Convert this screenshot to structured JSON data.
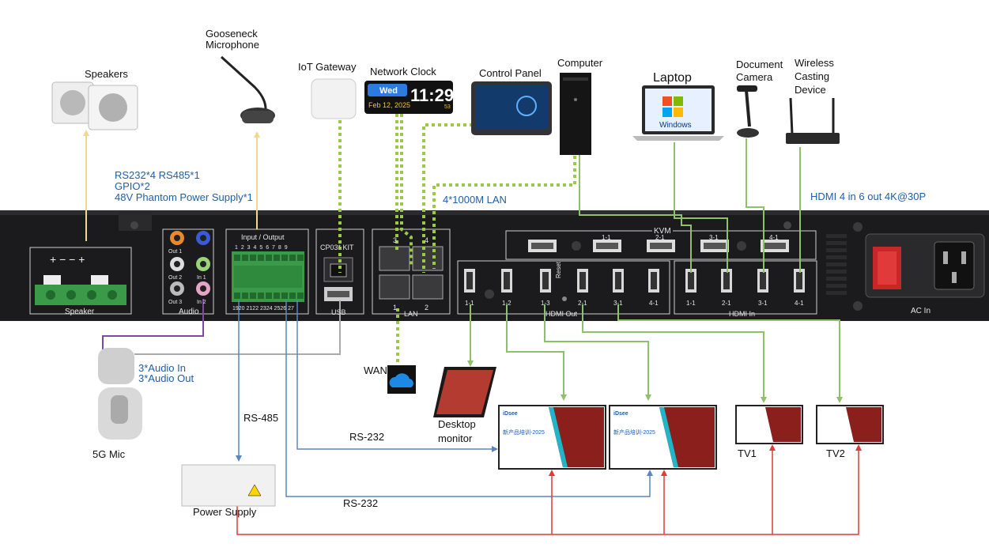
{
  "labels": {
    "speakers": "Speakers",
    "gooseneck_line1": "Gooseneck",
    "gooseneck_line2": "Microphone",
    "iot": "IoT Gateway",
    "network_clock": "Network Clock",
    "control_panel": "Control Panel",
    "computer": "Computer",
    "laptop": "Laptop",
    "document_camera_line1": "Document",
    "document_camera_line2": "Camera",
    "wireless_line1": "Wireless",
    "wireless_line2": "Casting",
    "wireless_line3": "Device",
    "wan": "WAN",
    "mic5g": "5G Mic",
    "desktop_monitor_line1": "Desktop",
    "desktop_monitor_line2": "monitor",
    "tv1": "TV1",
    "tv2": "TV2",
    "power_supply": "Power Supply"
  },
  "annotations": {
    "rs_line1": "RS232*4 RS485*1",
    "rs_line2": "GPIO*2",
    "rs_line3": "48V Phantom Power Supply*1",
    "lan": "4*1000M LAN",
    "hdmi": "HDMI 4 in 6 out  4K@30P",
    "audio_in": "3*Audio In",
    "audio_out": "3*Audio Out",
    "rs485": "RS-485",
    "rs232_a": "RS-232",
    "rs232_b": "RS-232"
  },
  "clock": {
    "day": "Wed",
    "date": "Feb 12, 2025",
    "time": "11:29",
    "seconds": "53"
  },
  "panel": {
    "speaker": "Speaker",
    "audio": "Audio",
    "out1": "Out 1",
    "out2": "Out 2",
    "out3": "Out 3",
    "in1": "In 1",
    "in2": "In 2",
    "io_title": "Input / Output",
    "io_top": "1 2 3 4 5 6 7 8 9",
    "io_bottom": "1920 2122 2324 2526 27",
    "cp03": "CP03* KIT",
    "usb": "USB",
    "lan": "LAN",
    "lan_ports": [
      "3",
      "4",
      "1",
      "2"
    ],
    "kvm": "KVM",
    "kvm_ports": [
      "1-1",
      "2-1",
      "3-1",
      "4-1"
    ],
    "hdmi_out": "HDMI Out",
    "hdmi_out_ports": [
      "1-1",
      "1-2",
      "1-3",
      "2-1",
      "3-1",
      "4-1"
    ],
    "reset": "Reset",
    "hdmi_in": "HDMI In",
    "hdmi_in_ports": [
      "1-1",
      "2-1",
      "3-1",
      "4-1"
    ],
    "ac_in": "AC In"
  },
  "screens": {
    "brand": "iDsee",
    "slide_title": "新产品培训-2025",
    "windows": "Windows"
  },
  "colors": {
    "panel": "#1b1b1d",
    "rs_blue": "#5b86c0",
    "video_green": "#8fc06a",
    "network_green": "#9bc94a",
    "power_red": "#e03a3a",
    "audio_purple": "#7a4aa8",
    "speaker_yellow": "#f0d98a"
  }
}
